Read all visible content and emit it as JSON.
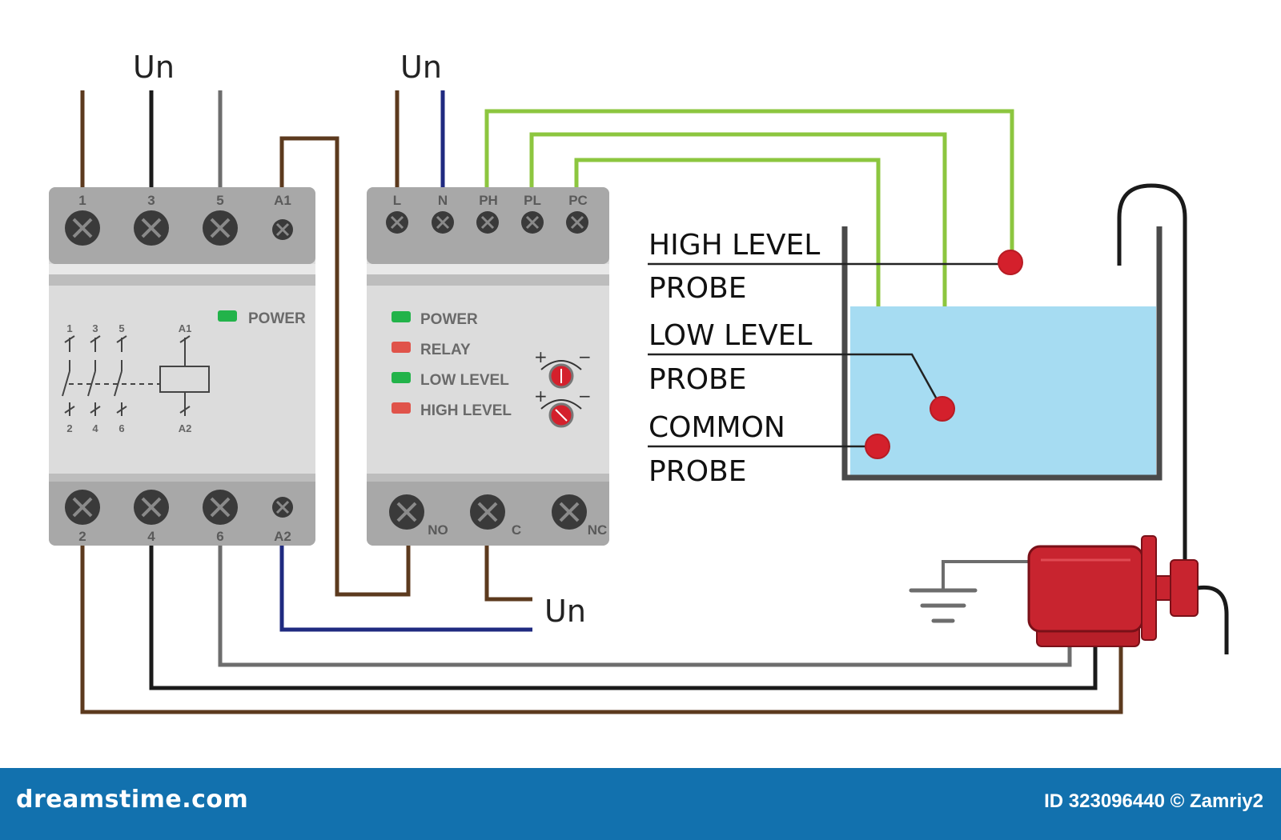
{
  "supply_label": "Un",
  "contactor": {
    "top_terminals": [
      "1",
      "3",
      "5",
      "A1"
    ],
    "bottom_terminals": [
      "2",
      "4",
      "6",
      "A2"
    ],
    "led_label": "POWER",
    "schematic_top": [
      "1",
      "3",
      "5",
      "A1"
    ],
    "schematic_bottom": [
      "2",
      "4",
      "6",
      "A2"
    ]
  },
  "level_relay": {
    "top_terminals": [
      "L",
      "N",
      "PH",
      "PL",
      "PC"
    ],
    "bottom_terminals": [
      "NO",
      "C",
      "NC"
    ],
    "leds": [
      {
        "label": "POWER",
        "color": "#22b34a"
      },
      {
        "label": "RELAY",
        "color": "#e0534a"
      },
      {
        "label": "LOW LEVEL",
        "color": "#22b34a"
      },
      {
        "label": "HIGH LEVEL",
        "color": "#e0534a"
      }
    ],
    "knob_signs": [
      "+",
      "−"
    ]
  },
  "probes": [
    {
      "line1": "HIGH LEVEL",
      "line2": "PROBE"
    },
    {
      "line1": "LOW LEVEL",
      "line2": "PROBE"
    },
    {
      "line1": "COMMON",
      "line2": "PROBE"
    }
  ],
  "colors": {
    "brown": "#5c3a1e",
    "black": "#1a1a1a",
    "gray": "#6d6d6d",
    "blue": "#1f2a80",
    "green": "#8cc63f",
    "water": "#a6dcf2",
    "pump": "#c8242f",
    "probe": "#d4202c",
    "device_body": "#dcdcdc",
    "device_band": "#a8a8a8"
  },
  "footer": {
    "logo": "dreamstime.com",
    "id": "ID 323096440 © Zamriy2"
  }
}
